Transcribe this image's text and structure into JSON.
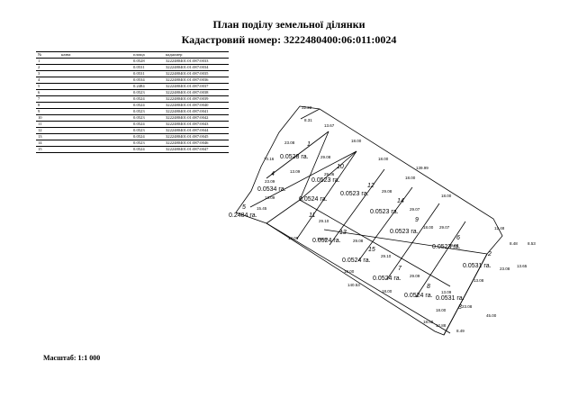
{
  "header": {
    "title": "План поділу земельної ділянки",
    "cadastral": "Кадастровий номер: 3222480400:06:011:0024"
  },
  "table": {
    "columns": [
      "№",
      "назва",
      "площа",
      "кадномер"
    ],
    "rows": [
      {
        "n": "1",
        "area": "0.0528",
        "cad": "3222480401:01:087:0033"
      },
      {
        "n": "2",
        "area": "0.0531",
        "cad": "3222480401:01:087:0034"
      },
      {
        "n": "3",
        "area": "0.0531",
        "cad": "3222480401:01:087:0035"
      },
      {
        "n": "4",
        "area": "0.0534",
        "cad": "3222480401:01:087:0036"
      },
      {
        "n": "5",
        "area": "0.2484",
        "cad": "3222480401:01:087:0037"
      },
      {
        "n": "6",
        "area": "0.0523",
        "cad": "3222480401:01:087:0038"
      },
      {
        "n": "7",
        "area": "0.0524",
        "cad": "3222480401:01:087:0039"
      },
      {
        "n": "8",
        "area": "0.0524",
        "cad": "3222480401:01:087:0040"
      },
      {
        "n": "9",
        "area": "0.0523",
        "cad": "3222480401:01:087:0041"
      },
      {
        "n": "10",
        "area": "0.0523",
        "cad": "3222480401:01:087:0042"
      },
      {
        "n": "11",
        "area": "0.0524",
        "cad": "3222480401:01:087:0043"
      },
      {
        "n": "12",
        "area": "0.0523",
        "cad": "3222480401:01:087:0044"
      },
      {
        "n": "13",
        "area": "0.0524",
        "cad": "3222480401:01:087:0045"
      },
      {
        "n": "14",
        "area": "0.0523",
        "cad": "3222480401:01:087:0046"
      },
      {
        "n": "15",
        "area": "0.0524",
        "cad": "3222480401:01:087:0047"
      }
    ]
  },
  "scale": "Масштаб: 1:1 000",
  "plan": {
    "parcels": [
      {
        "n": "1",
        "area": "0.0528 га."
      },
      {
        "n": "2",
        "area": "0.0531 га."
      },
      {
        "n": "3",
        "area": "0.0531 га."
      },
      {
        "n": "4",
        "area": "0.0534 га."
      },
      {
        "n": "5",
        "area": "0.2484 га."
      },
      {
        "n": "6",
        "area": "0.0523 га."
      },
      {
        "n": "7",
        "area": "0.0524 га."
      },
      {
        "n": "8",
        "area": "0.0524 га."
      },
      {
        "n": "9",
        "area": "0.0523 га."
      },
      {
        "n": "10",
        "area": "0.0523 га."
      },
      {
        "n": "11",
        "area": "0.0524 га."
      },
      {
        "n": "12",
        "area": "0.0523 га."
      },
      {
        "n": "13",
        "area": "0.0524 га."
      },
      {
        "n": "14",
        "area": "0.0523 га."
      },
      {
        "n": "15",
        "area": "0.0524 га."
      }
    ],
    "dimensions": [
      "32.22",
      "8.31",
      "13.67",
      "23.08",
      "70.16",
      "18.00",
      "29.08",
      "18.00",
      "18.00",
      "139.99",
      "23.09",
      "13.09",
      "29.06",
      "29.08",
      "29.07",
      "29.07",
      "29.07",
      "12.48",
      "8.48",
      "8.53",
      "13.65",
      "23.08",
      "18.00",
      "15.45",
      "13.09",
      "29.10",
      "29.08",
      "29.09",
      "13.09",
      "18.00",
      "18.00",
      "140.53",
      "18.00",
      "23.08",
      "12.88",
      "8.49",
      "45.00",
      "18.00",
      "18.00",
      "13.08",
      "18.00",
      "14.06",
      "29.10"
    ]
  }
}
